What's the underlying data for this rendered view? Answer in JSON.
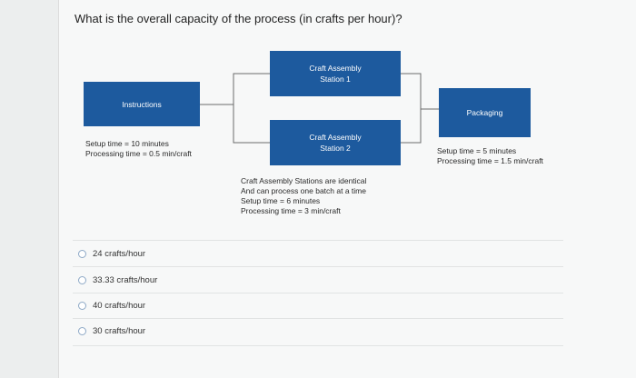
{
  "question": "What is the overall capacity of the process (in crafts per hour)?",
  "diagram": {
    "instructions": {
      "label": "Instructions",
      "setup": "Setup time = 10 minutes",
      "processing": "Processing time = 0.5 min/craft"
    },
    "station1": {
      "line1": "Craft Assembly",
      "line2": "Station 1"
    },
    "station2": {
      "line1": "Craft Assembly",
      "line2": "Station 2"
    },
    "stations_note": {
      "line1": "Craft Assembly Stations are identical",
      "line2": "And can process one batch at a time",
      "line3": "Setup time = 6 minutes",
      "line4": "Processing time = 3 min/craft"
    },
    "packaging": {
      "label": "Packaging",
      "setup": "Setup time = 5 minutes",
      "processing": "Processing time = 1.5 min/craft"
    },
    "box_color": "#1d5a9e"
  },
  "options": [
    {
      "label": "24 crafts/hour"
    },
    {
      "label": "33.33 crafts/hour"
    },
    {
      "label": "40 crafts/hour"
    },
    {
      "label": "30 crafts/hour"
    }
  ]
}
